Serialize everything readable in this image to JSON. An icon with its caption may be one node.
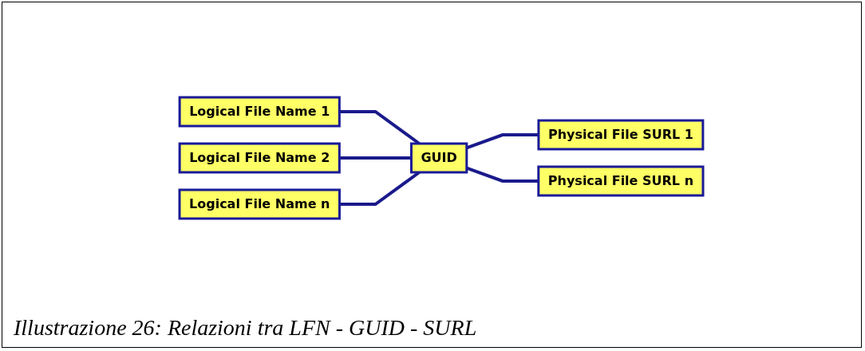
{
  "diagram": {
    "caption": "Illustrazione 26: Relazioni tra LFN - GUID - SURL",
    "nodes": [
      {
        "text": [
          "Logical File Name 1"
        ]
      },
      {
        "text": [
          "Logical File Name 2"
        ]
      },
      {
        "text": [
          "Logical File Name n"
        ]
      },
      {
        "text": [
          "GUID"
        ]
      },
      {
        "text": [
          "Physical File SURL 1"
        ]
      },
      {
        "text": [
          "Physical File SURL n"
        ]
      }
    ],
    "edges": [
      {
        "from": 0,
        "to": 3,
        "arrow": "none"
      },
      {
        "from": 1,
        "to": 3,
        "arrow": "none"
      },
      {
        "from": 2,
        "to": 3,
        "arrow": "none"
      },
      {
        "from": 3,
        "to": 4,
        "arrow": "none"
      },
      {
        "from": 3,
        "to": 5,
        "arrow": "none"
      }
    ]
  }
}
